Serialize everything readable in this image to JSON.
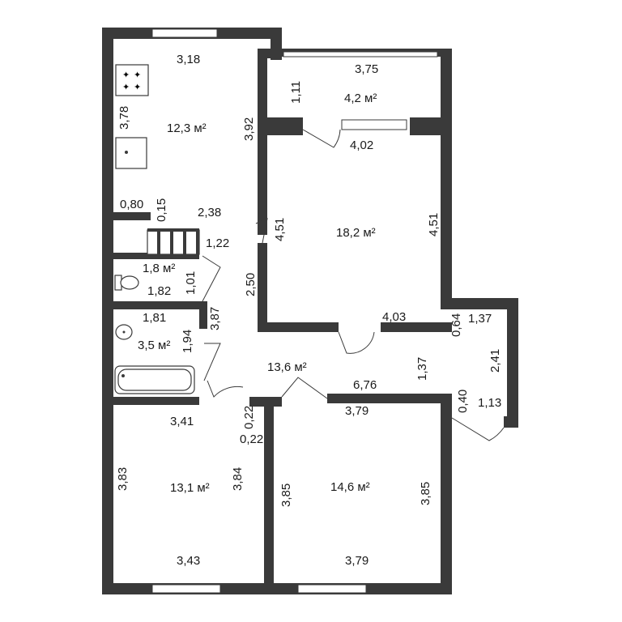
{
  "rooms": {
    "kitchen": {
      "area": "12,3 м²",
      "width_top": "3,18",
      "height_left": "3,78",
      "height_right": "3,92"
    },
    "balcony": {
      "area": "4,2 м²",
      "width_top": "3,75",
      "height_left": "1,11",
      "width_bottom": "4,02"
    },
    "living": {
      "area": "18,2 м²",
      "height_left": "4,51",
      "height_right": "4,51",
      "width_bottom": "4,03"
    },
    "wc": {
      "area": "1,8 м²",
      "width": "1,82",
      "height": "1,01"
    },
    "bath": {
      "area": "3,5 м²",
      "width": "1,81",
      "height": "1,94"
    },
    "hall": {
      "area": "13,6 м²",
      "length": "6,76",
      "height_a": "2,50",
      "height_b": "3,87",
      "height_c": "1,37"
    },
    "bedroom_left": {
      "area": "13,1 м²",
      "width_top": "3,41",
      "width_bottom": "3,43",
      "height_left": "3,83",
      "height_right": "3,84"
    },
    "bedroom_right": {
      "area": "14,6 м²",
      "width_top": "3,79",
      "width_bottom": "3,79",
      "height_left": "3,85",
      "height_right": "3,85"
    },
    "closet": {
      "a": "1,37",
      "b": "0,64",
      "c": "2,41",
      "d": "0,40",
      "e": "1,13"
    }
  },
  "misc": {
    "wall_080": "0,80",
    "wall_015": "0,15",
    "hall_238": "2,38",
    "stair_122": "1,22",
    "wall_022a": "0,22",
    "wall_022b": "0,22"
  }
}
